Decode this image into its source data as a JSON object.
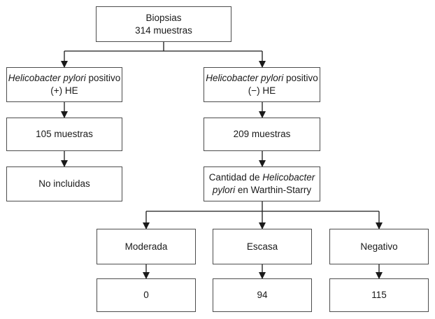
{
  "root": {
    "line1": "Biopsias",
    "line2": "314 muestras"
  },
  "left": {
    "header_italic": "Helicobacter pylori",
    "header_rest": " positivo",
    "header_line2": "(+) HE",
    "count": "105 muestras",
    "result": "No incluidas"
  },
  "right": {
    "header_italic": "Helicobacter pylori",
    "header_rest": " positivo",
    "header_line2": "(−) HE",
    "count": "209 muestras",
    "quantity_pre": "Cantidad de ",
    "quantity_italic1": "Helicobacter",
    "quantity_italic2": "pylori",
    "quantity_post": " en Warthin-Starry"
  },
  "categories": [
    {
      "label": "Moderada",
      "value": "0"
    },
    {
      "label": "Escasa",
      "value": "94"
    },
    {
      "label": "Negativo",
      "value": "115"
    }
  ],
  "colors": {
    "line": "#1a1a1a",
    "border": "#4d4d4d"
  }
}
